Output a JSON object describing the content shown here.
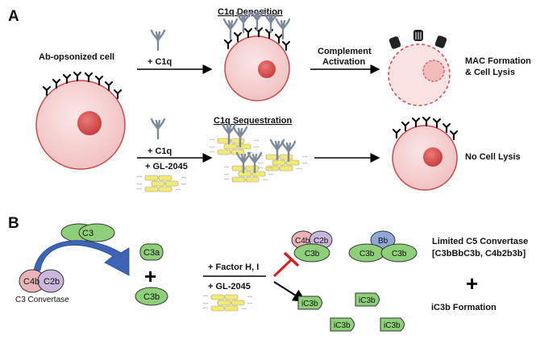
{
  "panel_a": {
    "label": "A",
    "ab_opsonized_cell": "Ab-opsonized cell",
    "c1q_deposition": "C1q Deposition",
    "plus_c1q_top": "+ C1q",
    "complement_activation_1": "Complement",
    "complement_activation_2": "Activation",
    "mac_formation_1": "MAC Formation",
    "mac_formation_2": "& Cell Lysis",
    "c1q_sequestration": "C1q Sequestration",
    "plus_c1q_bottom": "+ C1q",
    "plus_gl2045_a": "+ GL-2045",
    "no_cell_lysis": "No Cell Lysis"
  },
  "panel_b": {
    "label": "B",
    "c3": "C3",
    "c3a": "C3a",
    "c3b": "C3b",
    "c4b": "C4b",
    "c2b": "C2b",
    "c3_convertase": "C3 Convertase",
    "plus_sign": "+",
    "factor_hi": "+ Factor H, I",
    "plus_gl2045_b": "+ GL-2045",
    "bb": "Bb",
    "limited_c5_1": "Limited C5 Convertase",
    "limited_c5_2": "[C3bBbC3b, C4b2b3b]",
    "ic3b": "iC3b",
    "ic3b_formation": "iC3b Formation"
  },
  "colors": {
    "cell_fill": "#f6d3d3",
    "cell_stroke": "#c94a4a",
    "nucleus": "#d95454",
    "green": "#8ecf7a",
    "c4b_pink": "#e8b4b8",
    "c2b_purple": "#c9b8dc",
    "bb_blue": "#8fa8d6",
    "arrow_blue": "#3d64b5",
    "inhibit_red": "#d21f1f",
    "gl2045_yellow": "#f2ea73"
  }
}
